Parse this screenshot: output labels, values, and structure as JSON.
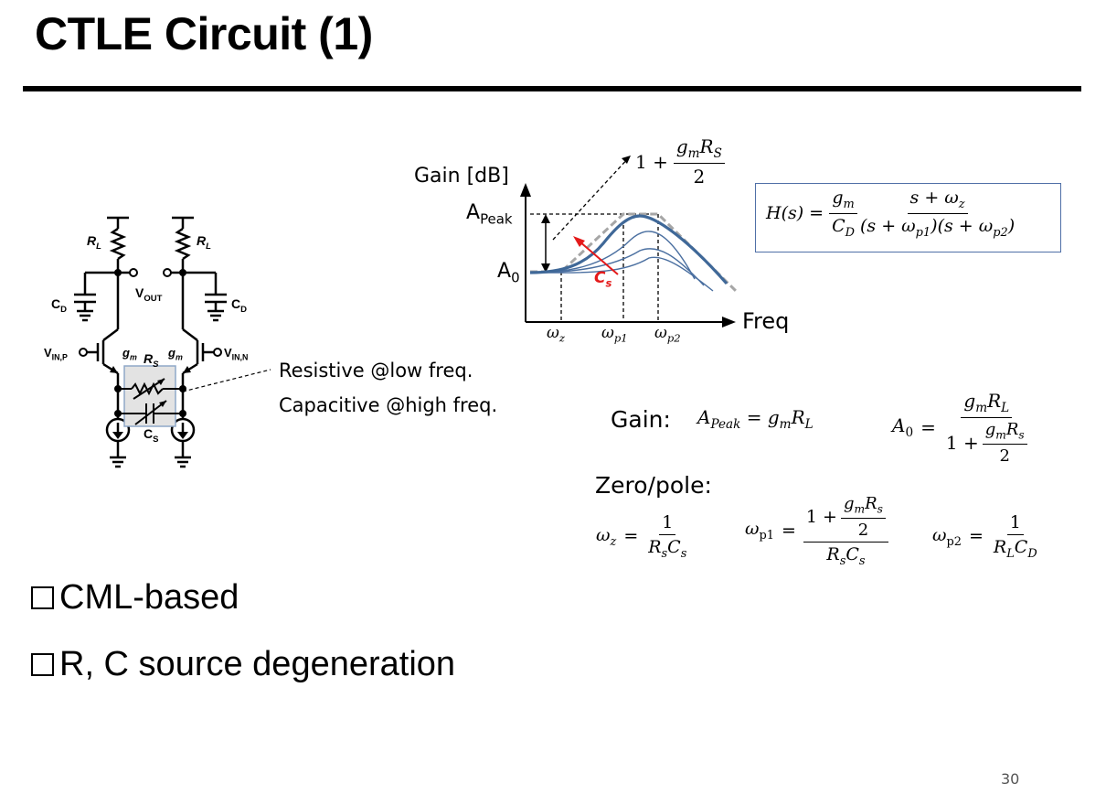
{
  "slide": {
    "title": "CTLE Circuit (1)",
    "page_number": "30"
  },
  "circuit": {
    "rl_left": "R",
    "rl_sub": "L",
    "rl_right": "R",
    "cd_left": "C",
    "cd_sub": "D",
    "cd_right": "C",
    "vout": "V",
    "vout_sub": "OUT",
    "vin_p": "V",
    "vin_p_sub": "IN,P",
    "vin_n": "V",
    "vin_n_sub": "IN,N",
    "gm_left": "g",
    "gm_right": "g",
    "gm_sub": "m",
    "rs": "R",
    "rs_sub": "S",
    "cs": "C",
    "cs_sub": "S"
  },
  "annotations": {
    "resistive": "Resistive @low freq.",
    "capacitive": "Capacitive @high freq."
  },
  "graph": {
    "y_axis_label": "Gain [dB]",
    "x_axis_label": "Freq",
    "a_peak": "A",
    "a_peak_sub": "Peak",
    "a0": "A",
    "a0_sub": "0",
    "cs_label": "C",
    "cs_label_sub": "s",
    "x_ticks": [
      "ω",
      "ω",
      "ω"
    ],
    "x_ticks_sub": [
      "z",
      "p1",
      "p2"
    ],
    "peak_expr_prefix": "1 +",
    "peak_expr_num": "g",
    "peak_expr_num_sub": "m",
    "peak_expr_num2": "R",
    "peak_expr_num2_sub": "S",
    "peak_expr_den": "2"
  },
  "transfer_function": {
    "lhs": "H(s) =",
    "frac1_num": "g",
    "frac1_num_sub": "m",
    "frac1_den": "C",
    "frac1_den_sub": "D",
    "frac2_num": "s + ω",
    "frac2_num_sub": "z",
    "frac2_den": "(s + ω",
    "frac2_den_sub1": "p1",
    "frac2_den_mid": ")(s + ω",
    "frac2_den_sub2": "p2",
    "frac2_den_end": ")"
  },
  "gain_section": {
    "label": "Gain:",
    "apeak_lhs": "A",
    "apeak_lhs_sub": "Peak",
    "apeak_rhs": "= g",
    "apeak_rhs_sub": "m",
    "apeak_rhs2": "R",
    "apeak_rhs2_sub": "L",
    "a0_lhs": "A",
    "a0_lhs_sub": "0",
    "a0_eq": "=",
    "a0_num": "g",
    "a0_num_sub": "m",
    "a0_num2": "R",
    "a0_num2_sub": "L",
    "a0_den_prefix": "1 +",
    "a0_den_num": "g",
    "a0_den_num_sub": "m",
    "a0_den_num2": "R",
    "a0_den_num2_sub": "s",
    "a0_den_den": "2"
  },
  "zero_pole_section": {
    "label": "Zero/pole:",
    "wz_lhs": "ω",
    "wz_lhs_sub": "z",
    "wz_num": "1",
    "wz_den": "R",
    "wz_den_sub": "s",
    "wz_den2": "C",
    "wz_den2_sub": "s",
    "wp1_lhs": "ω",
    "wp1_lhs_sub": "p1",
    "wp1_num_prefix": "1 +",
    "wp1_num_num": "g",
    "wp1_num_num_sub": "m",
    "wp1_num_num2": "R",
    "wp1_num_num2_sub": "s",
    "wp1_num_den": "2",
    "wp1_den": "R",
    "wp1_den_sub": "s",
    "wp1_den2": "C",
    "wp1_den2_sub": "s",
    "wp2_lhs": "ω",
    "wp2_lhs_sub": "p2",
    "wp2_num": "1",
    "wp2_den": "R",
    "wp2_den_sub": "L",
    "wp2_den2": "C",
    "wp2_den2_sub": "D"
  },
  "bullets": [
    "CML-based",
    "R, C source degeneration"
  ],
  "colors": {
    "curve": "#4a6fa0",
    "curve_bold": "#3f6898",
    "asymptote": "#a6a6a6",
    "cs_arrow": "#e41a1a",
    "box_border": "#4f6fa7",
    "rs_cs_fill": "#e3e3e3"
  }
}
